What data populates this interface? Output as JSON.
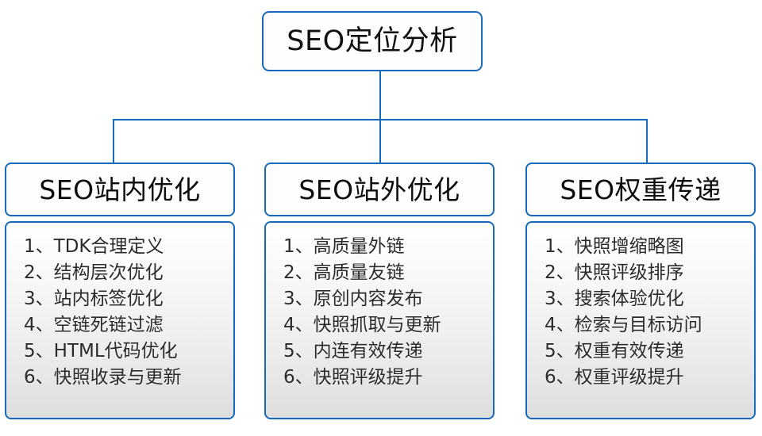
{
  "diagram": {
    "root": {
      "label": "SEO定位分析"
    },
    "colors": {
      "node_border": "#1769bd",
      "connector": "#1769bd",
      "node_background": "#fdfdfd",
      "panel_background_top": "#ffffff",
      "panel_background_bottom": "#dedede",
      "text": "#111111",
      "item_text": "#2b2b2b"
    },
    "branches": [
      {
        "header": "SEO站内优化",
        "items": [
          {
            "index": "1、",
            "text": "TDK合理定义"
          },
          {
            "index": "2、",
            "text": "结构层次优化"
          },
          {
            "index": "3、",
            "text": "站内标签优化"
          },
          {
            "index": "4、",
            "text": "空链死链过滤"
          },
          {
            "index": "5、",
            "text": "HTML代码优化"
          },
          {
            "index": "6、",
            "text": "快照收录与更新"
          }
        ]
      },
      {
        "header": "SEO站外优化",
        "items": [
          {
            "index": "1、",
            "text": "高质量外链"
          },
          {
            "index": "2、",
            "text": "高质量友链"
          },
          {
            "index": "3、",
            "text": "原创内容发布"
          },
          {
            "index": "4、",
            "text": "快照抓取与更新"
          },
          {
            "index": "5、",
            "text": "内连有效传递"
          },
          {
            "index": "6、",
            "text": "快照评级提升"
          }
        ]
      },
      {
        "header": "SEO权重传递",
        "items": [
          {
            "index": "1、",
            "text": "快照增缩略图"
          },
          {
            "index": "2、",
            "text": "快照评级排序"
          },
          {
            "index": "3、",
            "text": "搜索体验优化"
          },
          {
            "index": "4、",
            "text": "检索与目标访问"
          },
          {
            "index": "5、",
            "text": "权重有效传递"
          },
          {
            "index": "6、",
            "text": "权重评级提升"
          }
        ]
      }
    ]
  }
}
